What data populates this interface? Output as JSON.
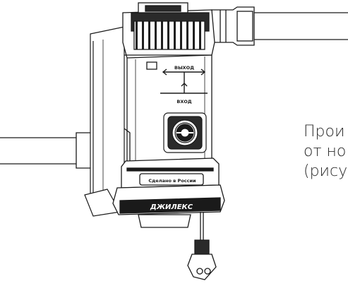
{
  "figure": {
    "outlet_label": "ВЫХОД",
    "inlet_label": "ВХОД",
    "plate_label": "Сделано в России",
    "brand": "ДЖИЛЕКС",
    "caption_lines": [
      "Прои",
      "от но",
      "(рису"
    ]
  },
  "colors": {
    "line": "#1a1a1a",
    "body_dark": "#222222",
    "caption": "#2b2b2b"
  }
}
